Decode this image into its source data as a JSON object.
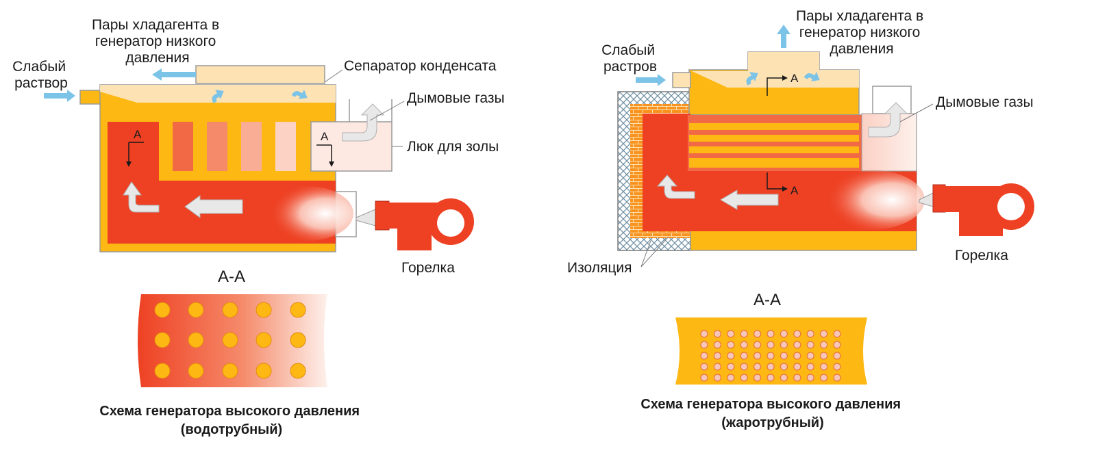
{
  "colors": {
    "water_jacket": "#fdb813",
    "vapor_space": "#fde2b4",
    "fire": "#ee4123",
    "outline": "#7a7a7a",
    "arrow_blue": "#7cc3e8",
    "arrow_grey": "#e6e6e6",
    "tube": "#fdb813",
    "brick": "#f7931e",
    "insulation": "#7fa3b7",
    "smoke_box": "#fde6e1"
  },
  "left": {
    "labels": {
      "vapor_out": [
        "Пары хладагента в",
        "генератор низкого",
        "давления"
      ],
      "weak_solution": [
        "Слабый",
        "раствор"
      ],
      "separator": "Сепаратор конденсата",
      "flue_gas": "Дымовые газы",
      "ash_hatch": "Люк для золы",
      "burner": "Горелка",
      "section_mark": "A",
      "section_mark_2": "A"
    },
    "section_title": "A-A",
    "caption": [
      "Схема генератора высокого давления",
      "(водотрубный)"
    ]
  },
  "right": {
    "labels": {
      "vapor_out": [
        "Пары хладагента в",
        "генератор низкого",
        "давления"
      ],
      "weak_solution": [
        "Слабый",
        "растров"
      ],
      "flue_gas": "Дымовые газы",
      "insulation": "Изоляция",
      "burner": "Горелка",
      "section_mark": "A",
      "section_mark_2": "A"
    },
    "section_title": "A-A",
    "caption": [
      "Схема генератора высокого давления",
      "(жаротрубный)"
    ]
  }
}
